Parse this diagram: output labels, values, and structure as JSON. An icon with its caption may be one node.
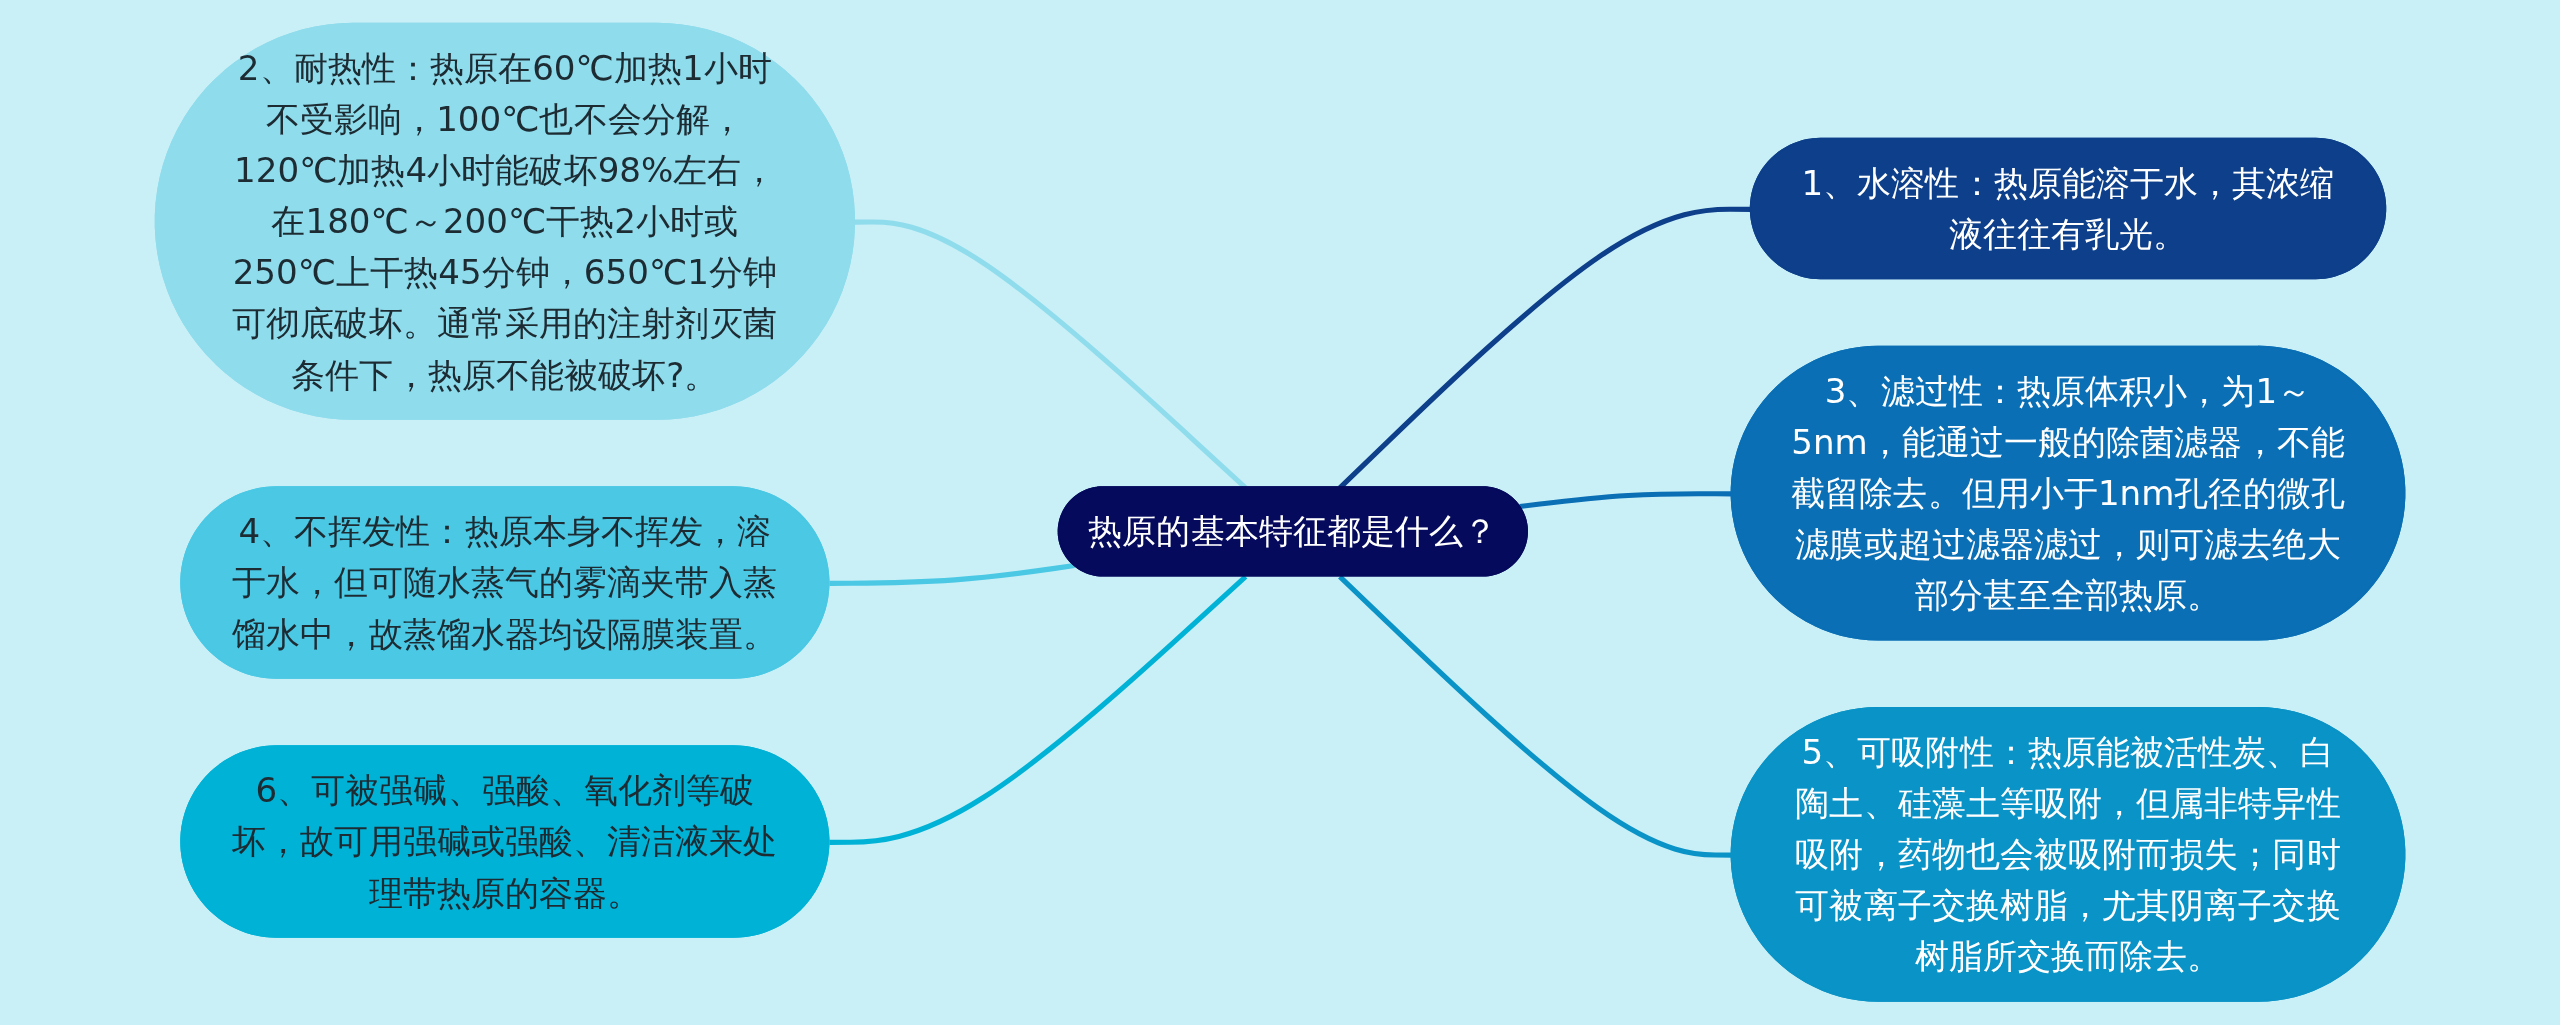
{
  "diagram": {
    "nodes": [
      {
        "text": [
          "热原的基本特征都是什么？"
        ]
      },
      {
        "text": [
          "1、水溶性：热原能溶于水，其浓缩液往往有乳光。"
        ]
      },
      {
        "text": [
          "2、耐热性：热原在60℃加热1小时不受影响，100℃也不会分解，120℃加热4小时能破坏98%左右，在180℃～200℃干热2小时或250℃上干热45分钟，650℃1分钟可彻底破坏。通常采用的注射剂灭菌条件下，热原不能被破坏?。"
        ]
      },
      {
        "text": [
          "3、滤过性：热原体积小，为1～5nm，能通过一般的除菌滤器，不能截留除去。但用小于1nm孔径的微孔滤膜或超过滤器滤过，则可滤去绝大部分甚至全部热原。"
        ]
      },
      {
        "text": [
          "4、不挥发性：热原本身不挥发，溶于水，但可随水蒸气的雾滴夹带入蒸馏水中，故蒸馏水器均设隔膜装置。"
        ]
      },
      {
        "text": [
          "5、可吸附性：热原能被活性炭、白陶土、硅藻土等吸附，但属非特异性吸附，药物也会被吸附而损失；同时可被离子交换树脂，尤其阴离子交换树脂所交换而除去。"
        ]
      },
      {
        "text": [
          "6、可被强碱、强酸、氧化剂等破坏，故可用强碱或强酸、清洁液来处理带热原的容器。"
        ]
      }
    ],
    "edges": [
      {
        "from": 0,
        "to": 1,
        "arrow": "none",
        "color": "#0d3f8a"
      },
      {
        "from": 0,
        "to": 2,
        "arrow": "none",
        "color": "#8fdcec"
      },
      {
        "from": 0,
        "to": 3,
        "arrow": "none",
        "color": "#0a6fb5"
      },
      {
        "from": 0,
        "to": 4,
        "arrow": "none",
        "color": "#4ac8e4"
      },
      {
        "from": 0,
        "to": 5,
        "arrow": "none",
        "color": "#0a93c6"
      },
      {
        "from": 0,
        "to": 6,
        "arrow": "none",
        "color": "#00b2d6"
      }
    ]
  }
}
